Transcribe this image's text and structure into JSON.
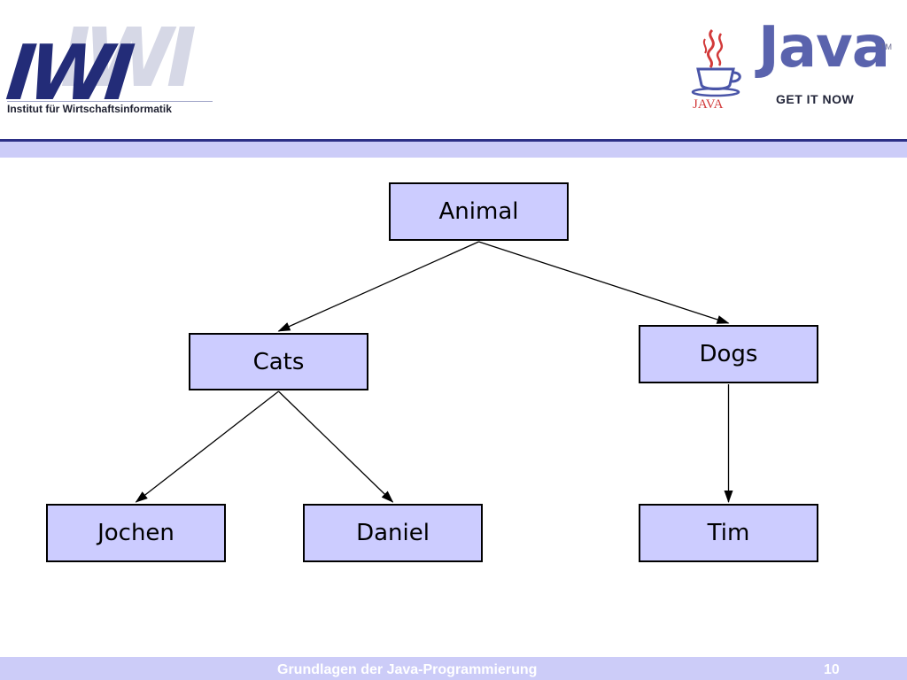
{
  "header": {
    "iwi_logo_text": "IWI",
    "iwi_subtitle": "Institut für Wirtschaftsinformatik",
    "java_logo_text": "Java",
    "java_trademark": "TM",
    "java_small_text": "JAVA",
    "java_tagline": "GET IT NOW"
  },
  "diagram": {
    "nodes": [
      {
        "id": "animal",
        "label": "Animal"
      },
      {
        "id": "cats",
        "label": "Cats"
      },
      {
        "id": "dogs",
        "label": "Dogs"
      },
      {
        "id": "jochen",
        "label": "Jochen"
      },
      {
        "id": "daniel",
        "label": "Daniel"
      },
      {
        "id": "tim",
        "label": "Tim"
      }
    ],
    "edges": [
      {
        "from": "animal",
        "to": "cats"
      },
      {
        "from": "animal",
        "to": "dogs"
      },
      {
        "from": "cats",
        "to": "jochen"
      },
      {
        "from": "cats",
        "to": "daniel"
      },
      {
        "from": "dogs",
        "to": "tim"
      }
    ]
  },
  "footer": {
    "title": "Grundlagen der Java-Programmierung",
    "page_number": "10"
  },
  "colors": {
    "node_fill": "#ccccff",
    "band_dark": "#2c2f86",
    "band_light": "#ccccf8",
    "iwi_blue": "#232c78",
    "java_blue": "#5a63ad"
  }
}
